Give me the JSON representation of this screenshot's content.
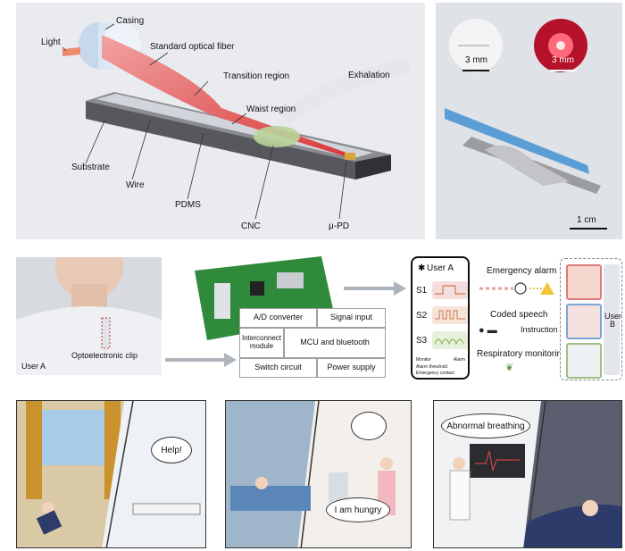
{
  "top_left": {
    "casing": "Casing",
    "light": "Light",
    "standard_fiber": "Standard optical fiber",
    "transition": "Transition region",
    "exhalation": "Exhalation",
    "waist": "Waist region",
    "substrate": "Substrate",
    "wire": "Wire",
    "pdms": "PDMS",
    "cnc": "CNC",
    "pd": "μ-PD"
  },
  "top_right": {
    "scale_left": "3 mm",
    "scale_right": "3 mm",
    "scale_bottom": "1 cm"
  },
  "mid_left": {
    "user": "User A",
    "clip": "Optoelectronic clip"
  },
  "circuit": {
    "ad": "A/D converter",
    "signal": "Signal input",
    "interconnect": "Interconnect module",
    "mcu": "MCU and bluetooth",
    "switch": "Switch circuit",
    "power": "Power supply"
  },
  "phone": {
    "user": "User A",
    "s1": "S1",
    "s2": "S2",
    "s3": "S3",
    "monitor": "Monitor",
    "alarm": "Alarm",
    "alarm_threshold": "Alarm threshold",
    "emergency_contact": "Emergency contact"
  },
  "functions": {
    "emergency": "Emergency alarm",
    "coded": "Coded speech",
    "instruction": "Instruction",
    "respiratory": "Respiratory monitoring",
    "user_b": "User B"
  },
  "comics": {
    "help": "Help!",
    "hungry": "I am hungry",
    "abnormal": "Abnormal breathing"
  }
}
